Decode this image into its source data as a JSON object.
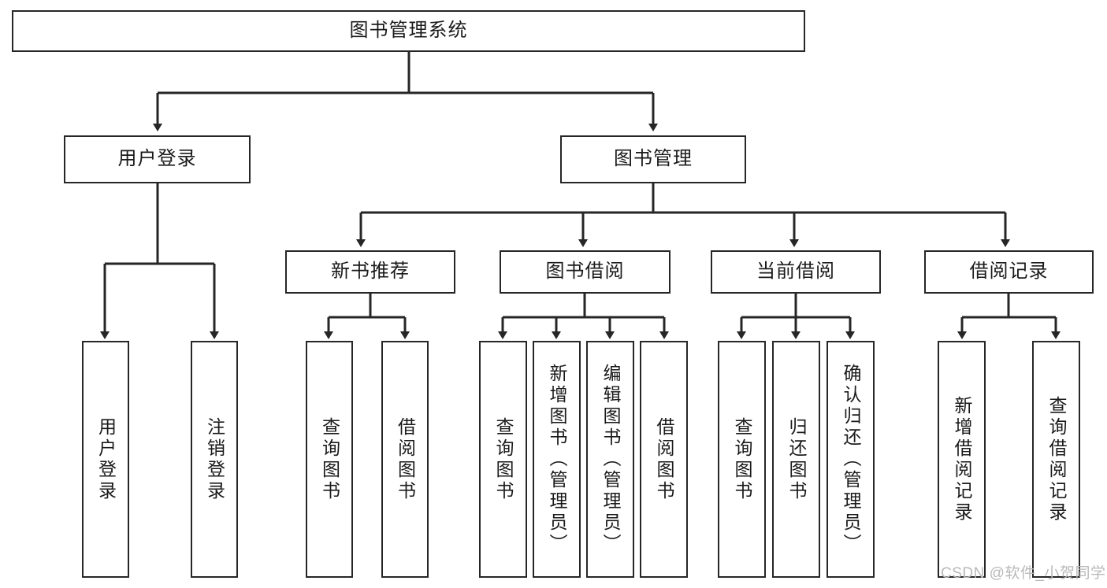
{
  "diagram": {
    "title": "图书管理系统",
    "type": "hierarchy-tree",
    "orientation": "top-down",
    "colors": {
      "box_border": "#262626",
      "box_fill": "#ffffff",
      "connector": "#262626",
      "text": "#1a1a1a",
      "watermark": "#b9b9b9",
      "background": "#ffffff"
    }
  },
  "nodes": {
    "root": {
      "label": "图书管理系统"
    },
    "level1": [
      {
        "label": "用户登录"
      },
      {
        "label": "图书管理"
      }
    ],
    "level2": [
      {
        "label": "新书推荐"
      },
      {
        "label": "图书借阅"
      },
      {
        "label": "当前借阅"
      },
      {
        "label": "借阅记录"
      }
    ],
    "leaves": {
      "user_login": [
        {
          "label": "用户登录"
        },
        {
          "label": "注销登录"
        }
      ],
      "new_book_recommend": [
        {
          "label": "查询图书"
        },
        {
          "label": "借阅图书"
        }
      ],
      "book_borrow": [
        {
          "label": "查询图书"
        },
        {
          "label": "新增图书（管理员）"
        },
        {
          "label": "编辑图书（管理员）"
        },
        {
          "label": "借阅图书"
        }
      ],
      "current_borrow": [
        {
          "label": "查询图书"
        },
        {
          "label": "归还图书"
        },
        {
          "label": "确认归还（管理员）"
        }
      ],
      "borrow_record": [
        {
          "label": "新增借阅记录"
        },
        {
          "label": "查询借阅记录"
        }
      ]
    }
  },
  "watermark": {
    "text": "CSDN @软件_小贺同学"
  }
}
